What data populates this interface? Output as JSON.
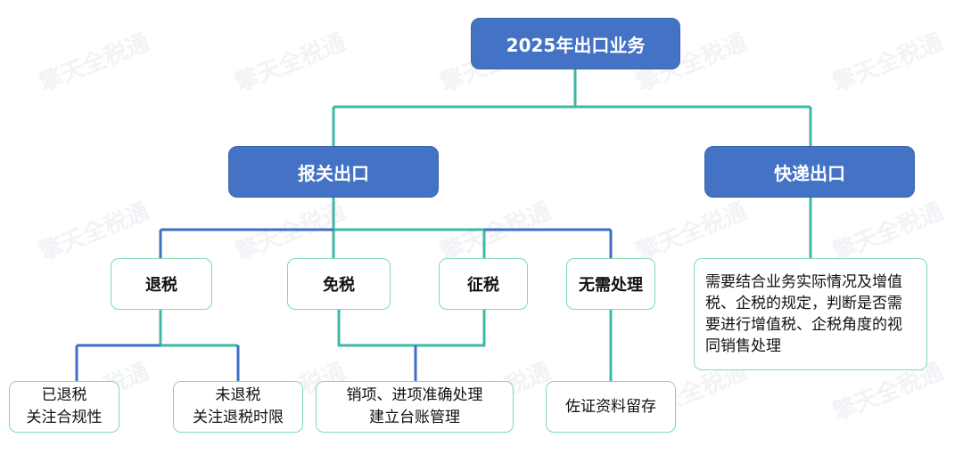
{
  "watermark": "擎天全税通",
  "root": {
    "label": "2025年出口业务"
  },
  "branches": {
    "customs": {
      "label": "报关出口",
      "children": {
        "refund": {
          "label": "退税",
          "leaves": [
            "已退税\n关注合规性",
            "未退税\n关注退税时限"
          ]
        },
        "exempt": {
          "label": "免税"
        },
        "levy": {
          "label": "征税"
        },
        "none": {
          "label": "无需处理",
          "leaf": "佐证资料留存"
        },
        "exempt_levy_leaf": "销项、进项准确处理\n建立台账管理"
      }
    },
    "express": {
      "label": "快递出口",
      "note": "需要结合业务实际情况及增值税、企税的规定，判断是否需要进行增值税、企税角度的视同销售处理"
    }
  },
  "colors": {
    "node_fill": "#4472c4",
    "border_green": "#7ed9b3",
    "line_teal": "#3fb8a5",
    "line_blue": "#3f6fc4"
  }
}
